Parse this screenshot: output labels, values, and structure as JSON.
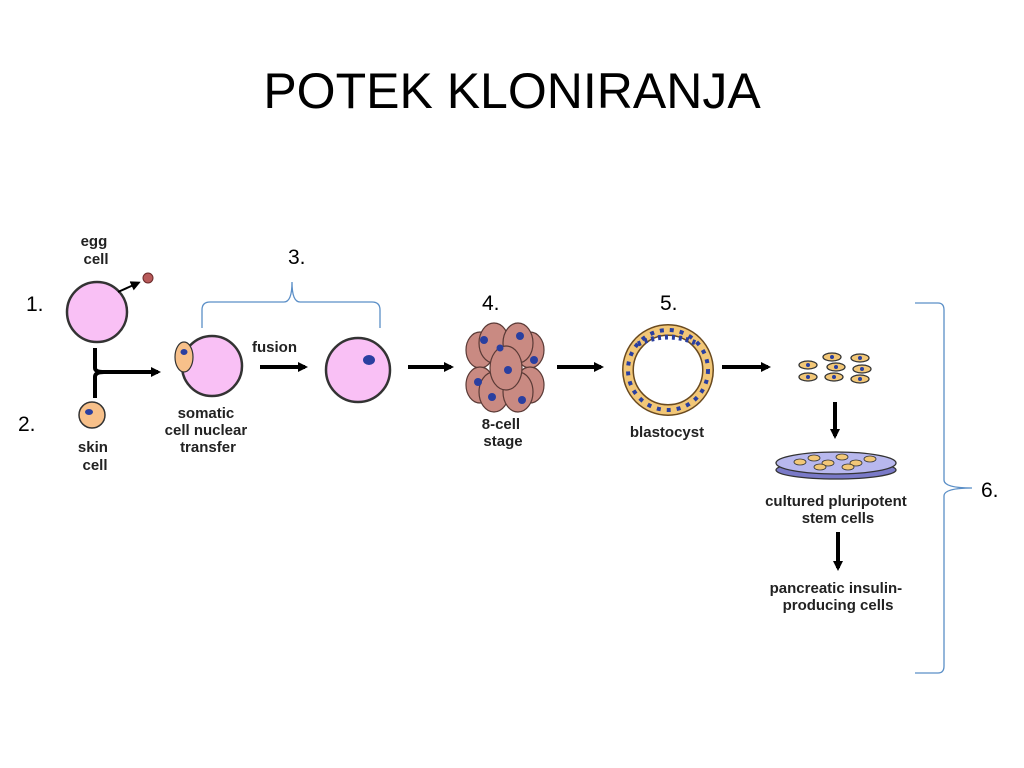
{
  "slide": {
    "title": "POTEK KLONIRANJA"
  },
  "steps": {
    "s1": "1.",
    "s2": "2.",
    "s3": "3.",
    "s4": "4.",
    "s5": "5.",
    "s6": "6."
  },
  "labels": {
    "egg_cell": [
      "egg",
      "cell"
    ],
    "skin_cell": [
      "skin",
      "cell"
    ],
    "scnt": [
      "somatic",
      "cell nuclear",
      "transfer"
    ],
    "fusion": "fusion",
    "eight_cell": [
      "8-cell",
      "stage"
    ],
    "blastocyst": "blastocyst",
    "cultured": [
      "cultured pluripotent",
      "stem cells"
    ],
    "pancreatic": [
      "pancreatic insulin-",
      "producing cells"
    ]
  },
  "colors": {
    "egg_fill": "#f9c0f5",
    "skin_fill": "#f7c08a",
    "nucleus": "#2a3fa0",
    "embryo": "#c98a82",
    "bracket": "#5b8fc7",
    "dish": "#9c9ce0"
  }
}
